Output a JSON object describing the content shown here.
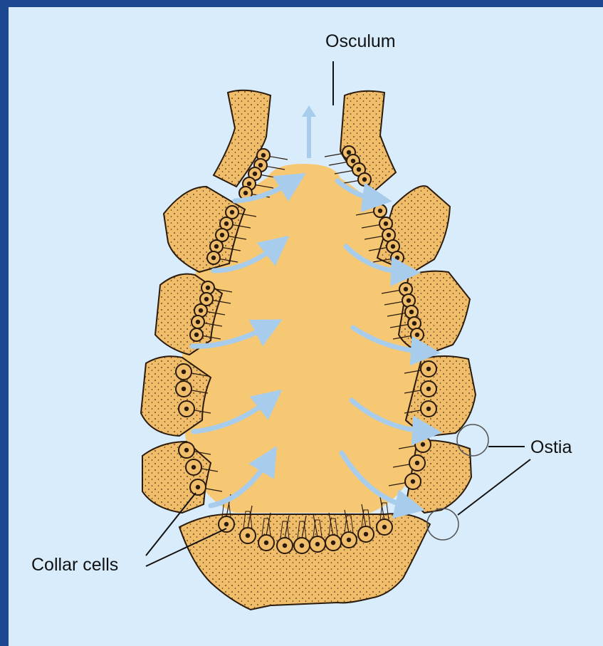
{
  "labels": {
    "osculum": "Osculum",
    "ostia": "Ostia",
    "collar_cells": "Collar cells"
  },
  "colors": {
    "frame": "#1c4891",
    "background": "#d8ecfb",
    "body": "#f6c873",
    "wall": "#f0bd6b",
    "outline": "#2a1a0c",
    "flow_arrow": "#a8cdec",
    "label_text": "#111111"
  }
}
